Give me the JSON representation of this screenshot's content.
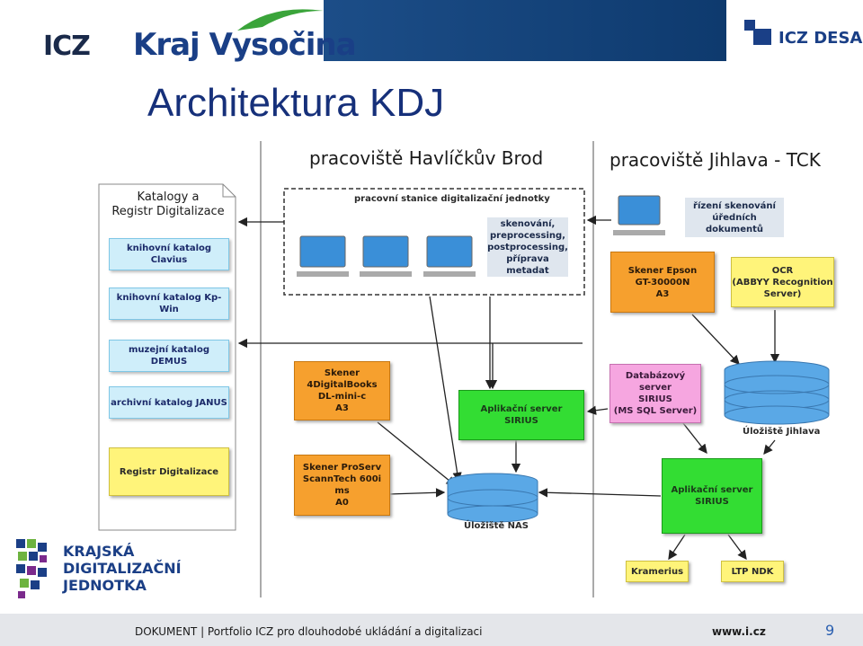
{
  "header": {
    "icz_logo": "ICZ",
    "kraj_logo": "Kraj Vysočina",
    "desa_logo": "ICZ DESA",
    "title": "Architektura KDJ"
  },
  "diagram": {
    "site_left_title": "pracoviště Havlíčkův Brod",
    "site_right_title": "pracoviště Jihlava - TCK",
    "catalog_doc_title": "Katalogy a\nRegistr Digitalizace",
    "catalogs": [
      "knihovní katalog Clavius",
      "knihovní katalog Kp-Win",
      "muzejní katalog DEMUS",
      "archivní katalog JANUS"
    ],
    "registry": "Registr Digitalizace",
    "workstation_group": "pracovní stanice digitalizační jednotky",
    "workstation_note": "skenování,\npreprocessing,\npostprocessing,\npříprava metadat",
    "jihlava_note": "řízení skenování\núředních dokumentů",
    "scanner_4digital": "Skener 4DigitalBooks\nDL-mini-c\nA3",
    "scanner_proserv": "Skener ProServ\nScannTech 600i ms\nA0",
    "scanner_epson": "Skener Epson\nGT-30000N\nA3",
    "ocr": "OCR\n(ABBYY Recognition\nServer)",
    "app_server_left": "Aplikační server\nSIRIUS",
    "app_server_right": "Aplikační server\nSIRIUS",
    "db_server": "Databázový server\nSIRIUS\n(MS SQL Server)",
    "storage_nas": "Úložiště NAS",
    "storage_jihlava": "Úložiště Jihlava",
    "kramerius": "Kramerius",
    "ltp": "LTP NDK"
  },
  "branding": {
    "kdj_logo": "KRAJSKÁ\nDIGITALIZAČNÍ\nJEDNOTKA"
  },
  "footer": {
    "text": "DOKUMENT  |  Portfolio ICZ pro dlouhodobé ukládání a digitalizaci",
    "url": "www.i.cz",
    "page": "9"
  },
  "colors": {
    "title": "#16307a",
    "catalog": "#cfeefa",
    "scanner": "#f6a02e",
    "server": "#33dd33",
    "db": "#f6a6e0",
    "ocr": "#fff47a"
  }
}
